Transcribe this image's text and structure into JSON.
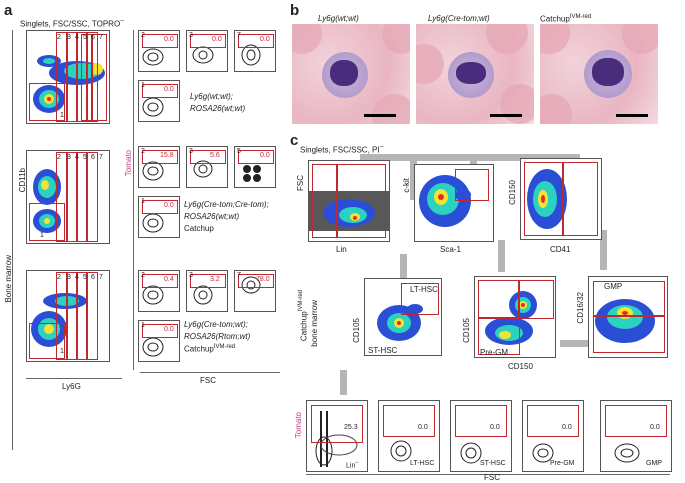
{
  "panels": {
    "a": "a",
    "b": "b",
    "c": "c"
  },
  "panel_a": {
    "header": "Singlets, FSC/SSC, TOPRO",
    "header_sup": "−",
    "y_outer_label": "Bone marrow",
    "y_label": "CD11b",
    "x_label": "Ly6G",
    "tomato_label": "Tomato",
    "fsc_label": "FSC",
    "gate_numbers": [
      "2",
      "3",
      "4",
      "5",
      "6",
      "7"
    ],
    "gate_one": "1",
    "row1": {
      "values": [
        "0.0",
        "0.0",
        "0.0",
        "0.0"
      ],
      "gates": [
        "2",
        "3",
        "7",
        "1"
      ],
      "line1": "Ly6g(wt;wt);",
      "line2": "ROSA26(wt;wt)"
    },
    "row2": {
      "values": [
        "15.8",
        "5.6",
        "0.0",
        "0.0"
      ],
      "gates": [
        "2",
        "3",
        "5",
        "1"
      ],
      "line1": "Ly6g(Cre-tom;Cre-tom);",
      "line2": "ROSA26(wt;wt)",
      "line3": "Catchup"
    },
    "row3": {
      "values": [
        "0.4",
        "3.2",
        "78.0",
        "0.0"
      ],
      "gates": [
        "2",
        "3",
        "7",
        "1"
      ],
      "line1": "Ly6g(Cre-tom;wt);",
      "line2": "ROSA26(Rtom;wt)",
      "line3": "Catchup",
      "line3_sup": "IVM-red"
    }
  },
  "panel_b": {
    "labels": [
      "Ly6g(wt;wt)",
      "Ly6g(Cre-tom;wt)",
      "Catchup"
    ],
    "catchup_sup": "IVM-red"
  },
  "panel_c": {
    "header": "Singlets, FSC/SSC, PI",
    "header_sup": "−",
    "plot1": {
      "y": "FSC",
      "x": "Lin"
    },
    "plot2": {
      "y": "c-kit",
      "x": "Sca-1"
    },
    "plot3": {
      "y": "CD150",
      "x": "CD41"
    },
    "side_label1": "Catchup",
    "side_label1_sup": "IVM-red",
    "side_label2": "bone marrow",
    "plot4": {
      "y": "CD105",
      "gate_top": "LT-HSC",
      "gate_bottom": "ST-HSC"
    },
    "plot5": {
      "y": "CD105",
      "gate_bottom": "Pre-GM"
    },
    "plot6": {
      "y": "CD16/32",
      "gate_top": "GMP"
    },
    "cd150_label": "CD150",
    "bottom_y": "Tomato",
    "bottom_x": "FSC",
    "bottom": [
      {
        "label": "Lin",
        "label_sup": "−",
        "value": "25.3"
      },
      {
        "label": "LT-HSC",
        "value": "0.0"
      },
      {
        "label": "ST-HSC",
        "value": "0.0"
      },
      {
        "label": "Pre-GM",
        "value": "0.0"
      },
      {
        "label": "GMP",
        "value": "0.0"
      }
    ]
  },
  "colors": {
    "gate": "#c0282f",
    "tomato": "#c2398a",
    "arrow": "#b5b5b5"
  }
}
